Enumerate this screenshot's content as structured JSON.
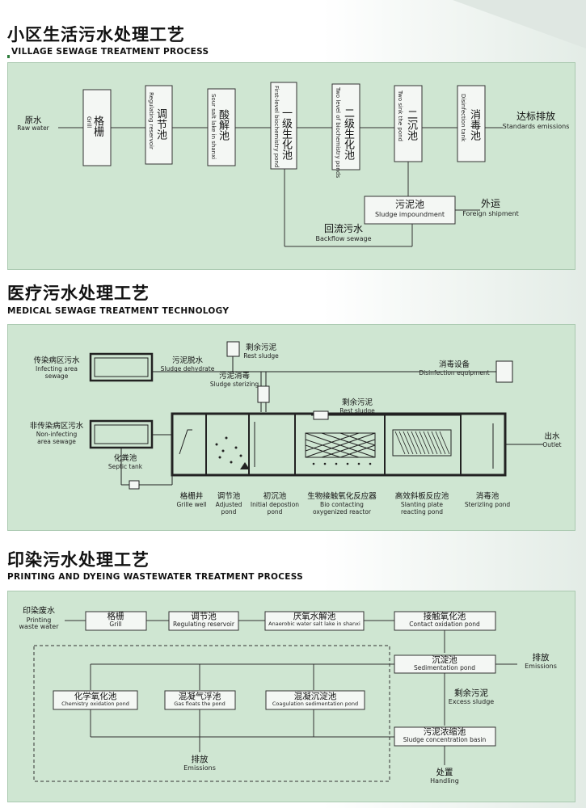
{
  "section1": {
    "title_zh": "小区生活污水处理工艺",
    "title_en": "VILLAGE SEWAGE TREATMENT PROCESS",
    "raw_water": {
      "zh": "原水",
      "en": "Raw water"
    },
    "boxes": [
      {
        "zh": "格栅",
        "en": "Grill"
      },
      {
        "zh": "调节池",
        "en": "Regulating reservoir"
      },
      {
        "zh": "酸解池",
        "en": "Sour salt lake in shanxi"
      },
      {
        "zh": "一级生化池",
        "en": "First-level biochemistry pond"
      },
      {
        "zh": "二级生化池",
        "en": "Two level of biochemistry ponds"
      },
      {
        "zh": "二沉池",
        "en": "Two sink the pond"
      },
      {
        "zh": "消毒池",
        "en": "Disinfection tank"
      }
    ],
    "standard": {
      "zh": "达标排放",
      "en": "Standards emissions"
    },
    "sludge": {
      "zh": "污泥池",
      "en": "Sludge impoundment"
    },
    "foreign": {
      "zh": "外运",
      "en": "Foreign shipment"
    },
    "backflow": {
      "zh": "回流污水",
      "en": "Backflow sewage"
    }
  },
  "section2": {
    "title_zh": "医疗污水处理工艺",
    "title_en": "MEDICAL SEWAGE TREATMENT TECHNOLOGY",
    "infect": {
      "zh": "传染病区污水",
      "en1": "Infecting area",
      "en2": "sewage"
    },
    "noninfect": {
      "zh": "非传染病区污水",
      "en1": "Non-infecting",
      "en2": "area sewage"
    },
    "septic": {
      "zh": "化粪池",
      "en": "Septic tank"
    },
    "dehydrate": {
      "zh": "污泥脱水",
      "en": "Sludge dehydrate"
    },
    "residual": {
      "zh": "剩余污泥",
      "en": "Rest sludge"
    },
    "sterilize": {
      "zh": "污泥消毒",
      "en": "Sludge sterizing"
    },
    "disinfection_eq": {
      "zh": "消毒设备",
      "en": "Disinfection equipment"
    },
    "residual2": {
      "zh": "剩余污泥",
      "en": "Rest sludge"
    },
    "outlet": {
      "zh": "出水",
      "en": "Outlet"
    },
    "units": [
      {
        "zh": "格栅井",
        "en1": "Grille well",
        "en2": ""
      },
      {
        "zh": "调节池",
        "en1": "Adjusted",
        "en2": "pond"
      },
      {
        "zh": "初沉池",
        "en1": "Initial depostion",
        "en2": "pond"
      },
      {
        "zh": "生物接触氧化反应器",
        "en1": "Bio contacting",
        "en2": "oxygenized reactor"
      },
      {
        "zh": "高效斜板反应池",
        "en1": "Slanting plate",
        "en2": "reacting pond"
      },
      {
        "zh": "消毒池",
        "en1": "Sterizling pond",
        "en2": ""
      }
    ]
  },
  "section3": {
    "title_zh": "印染污水处理工艺",
    "title_en": "PRINTING AND DYEING WASTEWATER TREATMENT PROCESS",
    "input": {
      "zh": "印染废水",
      "en1": "Printing",
      "en2": "waste water"
    },
    "row1": [
      {
        "zh": "格栅",
        "en": "Grill"
      },
      {
        "zh": "调节池",
        "en": "Regulating reservoir"
      },
      {
        "zh": "厌氧水解池",
        "en": "Anaerobic water salt lake in shanxi"
      },
      {
        "zh": "接触氧化池",
        "en": "Contact oxidation pond"
      }
    ],
    "sed": {
      "zh": "沉淀池",
      "en": "Sedimentation pond"
    },
    "emit_right": {
      "zh": "排放",
      "en": "Emissions"
    },
    "excess": {
      "zh": "剩余污泥",
      "en": "Excess sludge"
    },
    "row2": [
      {
        "zh": "化学氧化池",
        "en": "Chemistry oxidation pond"
      },
      {
        "zh": "混凝气浮池",
        "en": "Gas floats the pond"
      },
      {
        "zh": "混凝沉淀池",
        "en": "Coagulation sedimentation pond"
      }
    ],
    "conc": {
      "zh": "污泥浓缩池",
      "en": "Sludge concentration basin"
    },
    "emit_bottom": {
      "zh": "排放",
      "en": "Emissions"
    },
    "handling": {
      "zh": "处置",
      "en": "Handling"
    }
  },
  "colors": {
    "panel": "#cfe6d2",
    "line": "#333333",
    "title_bar": "#2e7d3c"
  }
}
